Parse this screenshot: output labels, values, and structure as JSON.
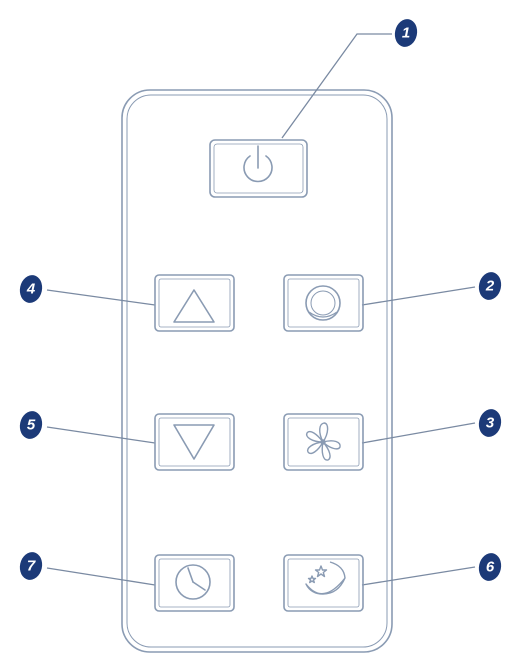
{
  "colors": {
    "outline": "#8a9bb3",
    "leader_line": "#7a8aa2",
    "callout_fill": "#1c3a78",
    "callout_text": "#ffffff",
    "background": "#ffffff"
  },
  "buttons": [
    {
      "id": "power",
      "icon": "power-icon"
    },
    {
      "id": "mode",
      "icon": "mode-circle-icon"
    },
    {
      "id": "fan",
      "icon": "fan-icon"
    },
    {
      "id": "up",
      "icon": "triangle-up-icon"
    },
    {
      "id": "down",
      "icon": "triangle-down-icon"
    },
    {
      "id": "sleep",
      "icon": "moon-stars-icon"
    },
    {
      "id": "timer",
      "icon": "clock-icon"
    }
  ],
  "callouts": {
    "power": "1",
    "mode": "2",
    "fan": "3",
    "up": "4",
    "down": "5",
    "sleep": "6",
    "timer": "7"
  }
}
